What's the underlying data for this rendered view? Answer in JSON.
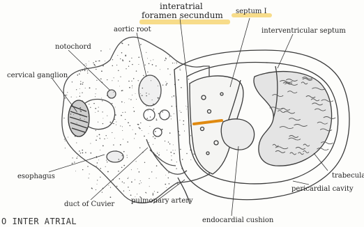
{
  "colors": {
    "highlight": "#f2c12e",
    "annotation_stroke": "#e08a10",
    "label_text": "#222222",
    "drawing_ink": "#4a4a4a"
  },
  "labels": {
    "interatrial_foramen_line1": "interatrial",
    "interatrial_foramen_line2": "foramen secundum",
    "septum_I": "septum I",
    "aortic_root": "aortic root",
    "interventricular_septum": "interventricular septum",
    "notochord": "notochord",
    "cervical_ganglion": "cervical ganglion",
    "esophagus": "esophagus",
    "duct_of_cuvier": "duct of Cuvier",
    "pulmonary_artery": "pulmonary artery",
    "endocardial_cushion": "endocardial cushion",
    "pericardial_cavity": "pericardial cavity",
    "trabeculae": "trabeculae"
  },
  "handwritten_note": "O INTER ATRIAL"
}
